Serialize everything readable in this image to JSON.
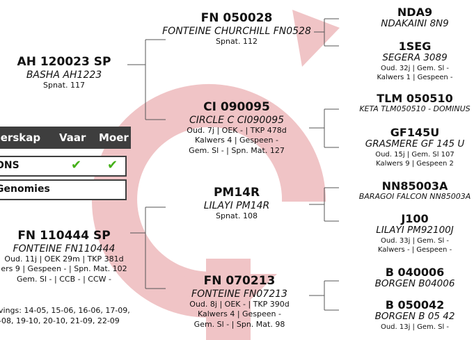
{
  "colors": {
    "arrow": "#f0c4c6",
    "lines": "#555555",
    "header_bg": "#3e3e3e",
    "check": "#44b018"
  },
  "sire": {
    "code": "AH 120023 SP",
    "name": "BASHA AH1223",
    "details": "Spnat. 117"
  },
  "dam": {
    "code": "FN 110444 SP",
    "name": "FONTEINE FN110444",
    "details1": "Oud. 11j | OEK 29m | TKP 381d",
    "details2": "ers 9 | Gespeen - | Spn. Mat. 102",
    "details3": "Gem. Sl - | CCB - | CCW -",
    "calvings1": "vings: 14-05, 15-06, 16-06, 17-09,",
    "calvings2": "-08, 19-10, 20-10, 21-09, 22-09"
  },
  "sire_sire": {
    "code": "FN 050028",
    "name": "FONTEINE CHURCHILL FN0528",
    "details": "Spnat. 112"
  },
  "sire_dam": {
    "code": "CI 090095",
    "name": "CIRCLE C CI090095",
    "details1": "Oud. 7j | OEK - | TKP 478d",
    "details2": "Kalwers 4 | Gespeen -",
    "details3": "Gem. Sl - | Spn. Mat. 127"
  },
  "dam_sire": {
    "code": "PM14R",
    "name": "LILAYI PM14R",
    "details": "Spnat. 108"
  },
  "dam_dam": {
    "code": "FN 070213",
    "name": "FONTEINE FN07213",
    "details1": "Oud. 8j | OEK - | TKP 390d",
    "details2": "Kalwers 4 | Gespeen -",
    "details3": "Gem. Sl - | Spn. Mat. 98"
  },
  "g3": [
    {
      "code": "NDA9",
      "name": "NDAKAINI 8N9",
      "d1": "",
      "d2": ""
    },
    {
      "code": "1SEG",
      "name": "SEGERA 3089",
      "d1": "Oud. 32j | Gem. Sl -",
      "d2": "Kalwers 1 | Gespeen -"
    },
    {
      "code": "TLM 050510",
      "name": "KETA TLM050510 - DOMINUS",
      "d1": "",
      "d2": ""
    },
    {
      "code": "GF145U",
      "name": "GRASMERE GF 145 U",
      "d1": "Oud. 15j | Gem. Sl 107",
      "d2": "Kalwers 9 | Gespeen 2"
    },
    {
      "code": "NN85003A",
      "name": "BARAGOI FALCON NN85003A",
      "d1": "",
      "d2": ""
    },
    {
      "code": "J100",
      "name": "LILAYI PM92100J",
      "d1": "Oud. 33j | Gem. Sl -",
      "d2": "Kalwers - | Gespeen -"
    },
    {
      "code": "B 040006",
      "name": "BORGEN B04006",
      "d1": "",
      "d2": ""
    },
    {
      "code": "B 050042",
      "name": "BORGEN B 05 42",
      "d1": "Oud. 13j | Gem. Sl -",
      "d2": ""
    }
  ],
  "ownership": {
    "col1": "Oerskap",
    "col2": "Vaar",
    "col3": "Moer",
    "row1": "ONS",
    "check1": "✔",
    "check2": "✔",
    "row2": "Genomies"
  }
}
